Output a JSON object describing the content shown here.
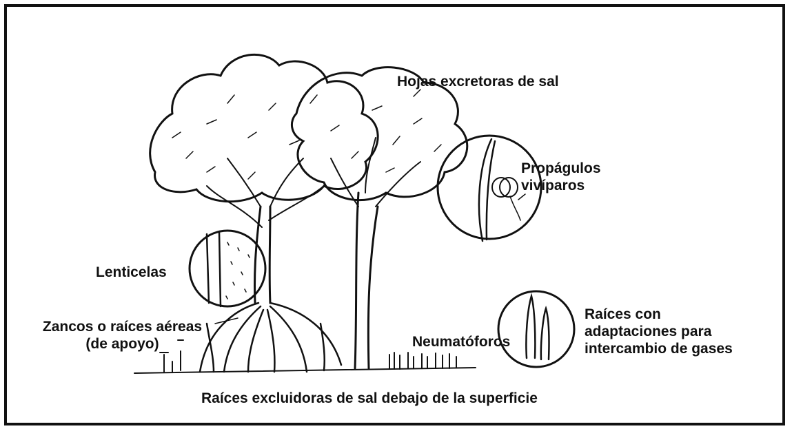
{
  "labels": {
    "hojas": "Hojas excretoras de sal",
    "propagulos": "Propágulos\nvivíparos",
    "lenticelas": "Lenticelas",
    "zancos": "Zancos o raíces aéreas\n(de apoyo)",
    "neumatoforos": "Neumatóforos",
    "raices_gases": "Raíces con\nadaptaciones para\nintercambio de gases",
    "raices_excluidoras": "Raíces excluidoras de sal debajo de la superficie"
  },
  "colors": {
    "ink": "#111111",
    "paper": "#ffffff"
  }
}
